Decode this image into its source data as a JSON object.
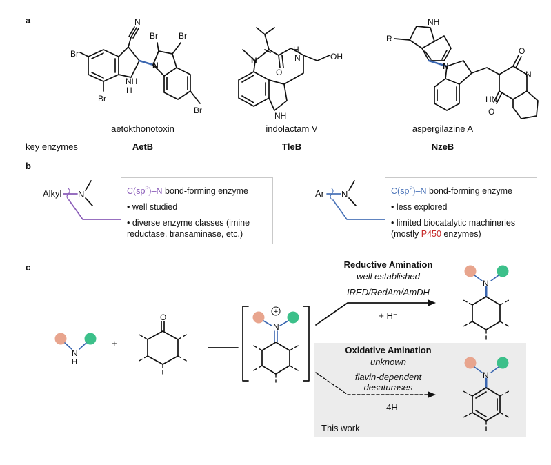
{
  "panel_labels": {
    "a": "a",
    "b": "b",
    "c": "c"
  },
  "panel_a": {
    "compounds": [
      {
        "name": "aetokthonotoxin",
        "enzyme": "AetB"
      },
      {
        "name": "indolactam V",
        "enzyme": "TleB"
      },
      {
        "name": "aspergilazine A",
        "enzyme": "NzeB"
      }
    ],
    "key_enzymes_label": "key enzymes",
    "atoms": {
      "br": "Br",
      "n": "N",
      "nh": "NH",
      "h": "H",
      "oh": "OH",
      "o": "O",
      "r": "R"
    }
  },
  "panel_b": {
    "left": {
      "group": "Alkyl",
      "n": "N",
      "title_pre": "C(sp",
      "title_sup": "3",
      "title_post": ")–N",
      "title_rest": " bond-forming enzyme",
      "bullet1": "• well studied",
      "bullet2": "• diverse enzyme classes (imine reductase, transaminase, etc.)"
    },
    "right": {
      "group": "Ar",
      "n": "N",
      "title_pre": "C(sp",
      "title_sup": "2",
      "title_post": ")–N",
      "title_rest": " bond-forming enzyme",
      "bullet1": "• less explored",
      "bullet2_pre": "• limited biocatalytic machineries (mostly ",
      "bullet2_highlight": "P450",
      "bullet2_post": " enzymes)"
    }
  },
  "panel_c": {
    "amine_n": "N",
    "amine_h": "H",
    "plus": "+",
    "ketone_o": "O",
    "iminium_n": "N",
    "iminium_charge": "+",
    "reductive": {
      "title": "Reductive Amination",
      "status": "well established",
      "enzymes": "IRED/RedAm/AmDH",
      "reagent": "+ H⁻"
    },
    "oxidative": {
      "title": "Oxidative Amination",
      "status": "unknown",
      "enzymes_line1": "flavin-dependent",
      "enzymes_line2": "desaturases",
      "reagent": "– 4H",
      "note": "This work"
    },
    "product_n": "N"
  },
  "colors": {
    "red_enzyme": "#a31f1f",
    "purple": "#8a5cb8",
    "blue": "#4a73b8",
    "salmon": "#e8a58e",
    "green": "#3cc08a",
    "shade": "#ececec"
  }
}
